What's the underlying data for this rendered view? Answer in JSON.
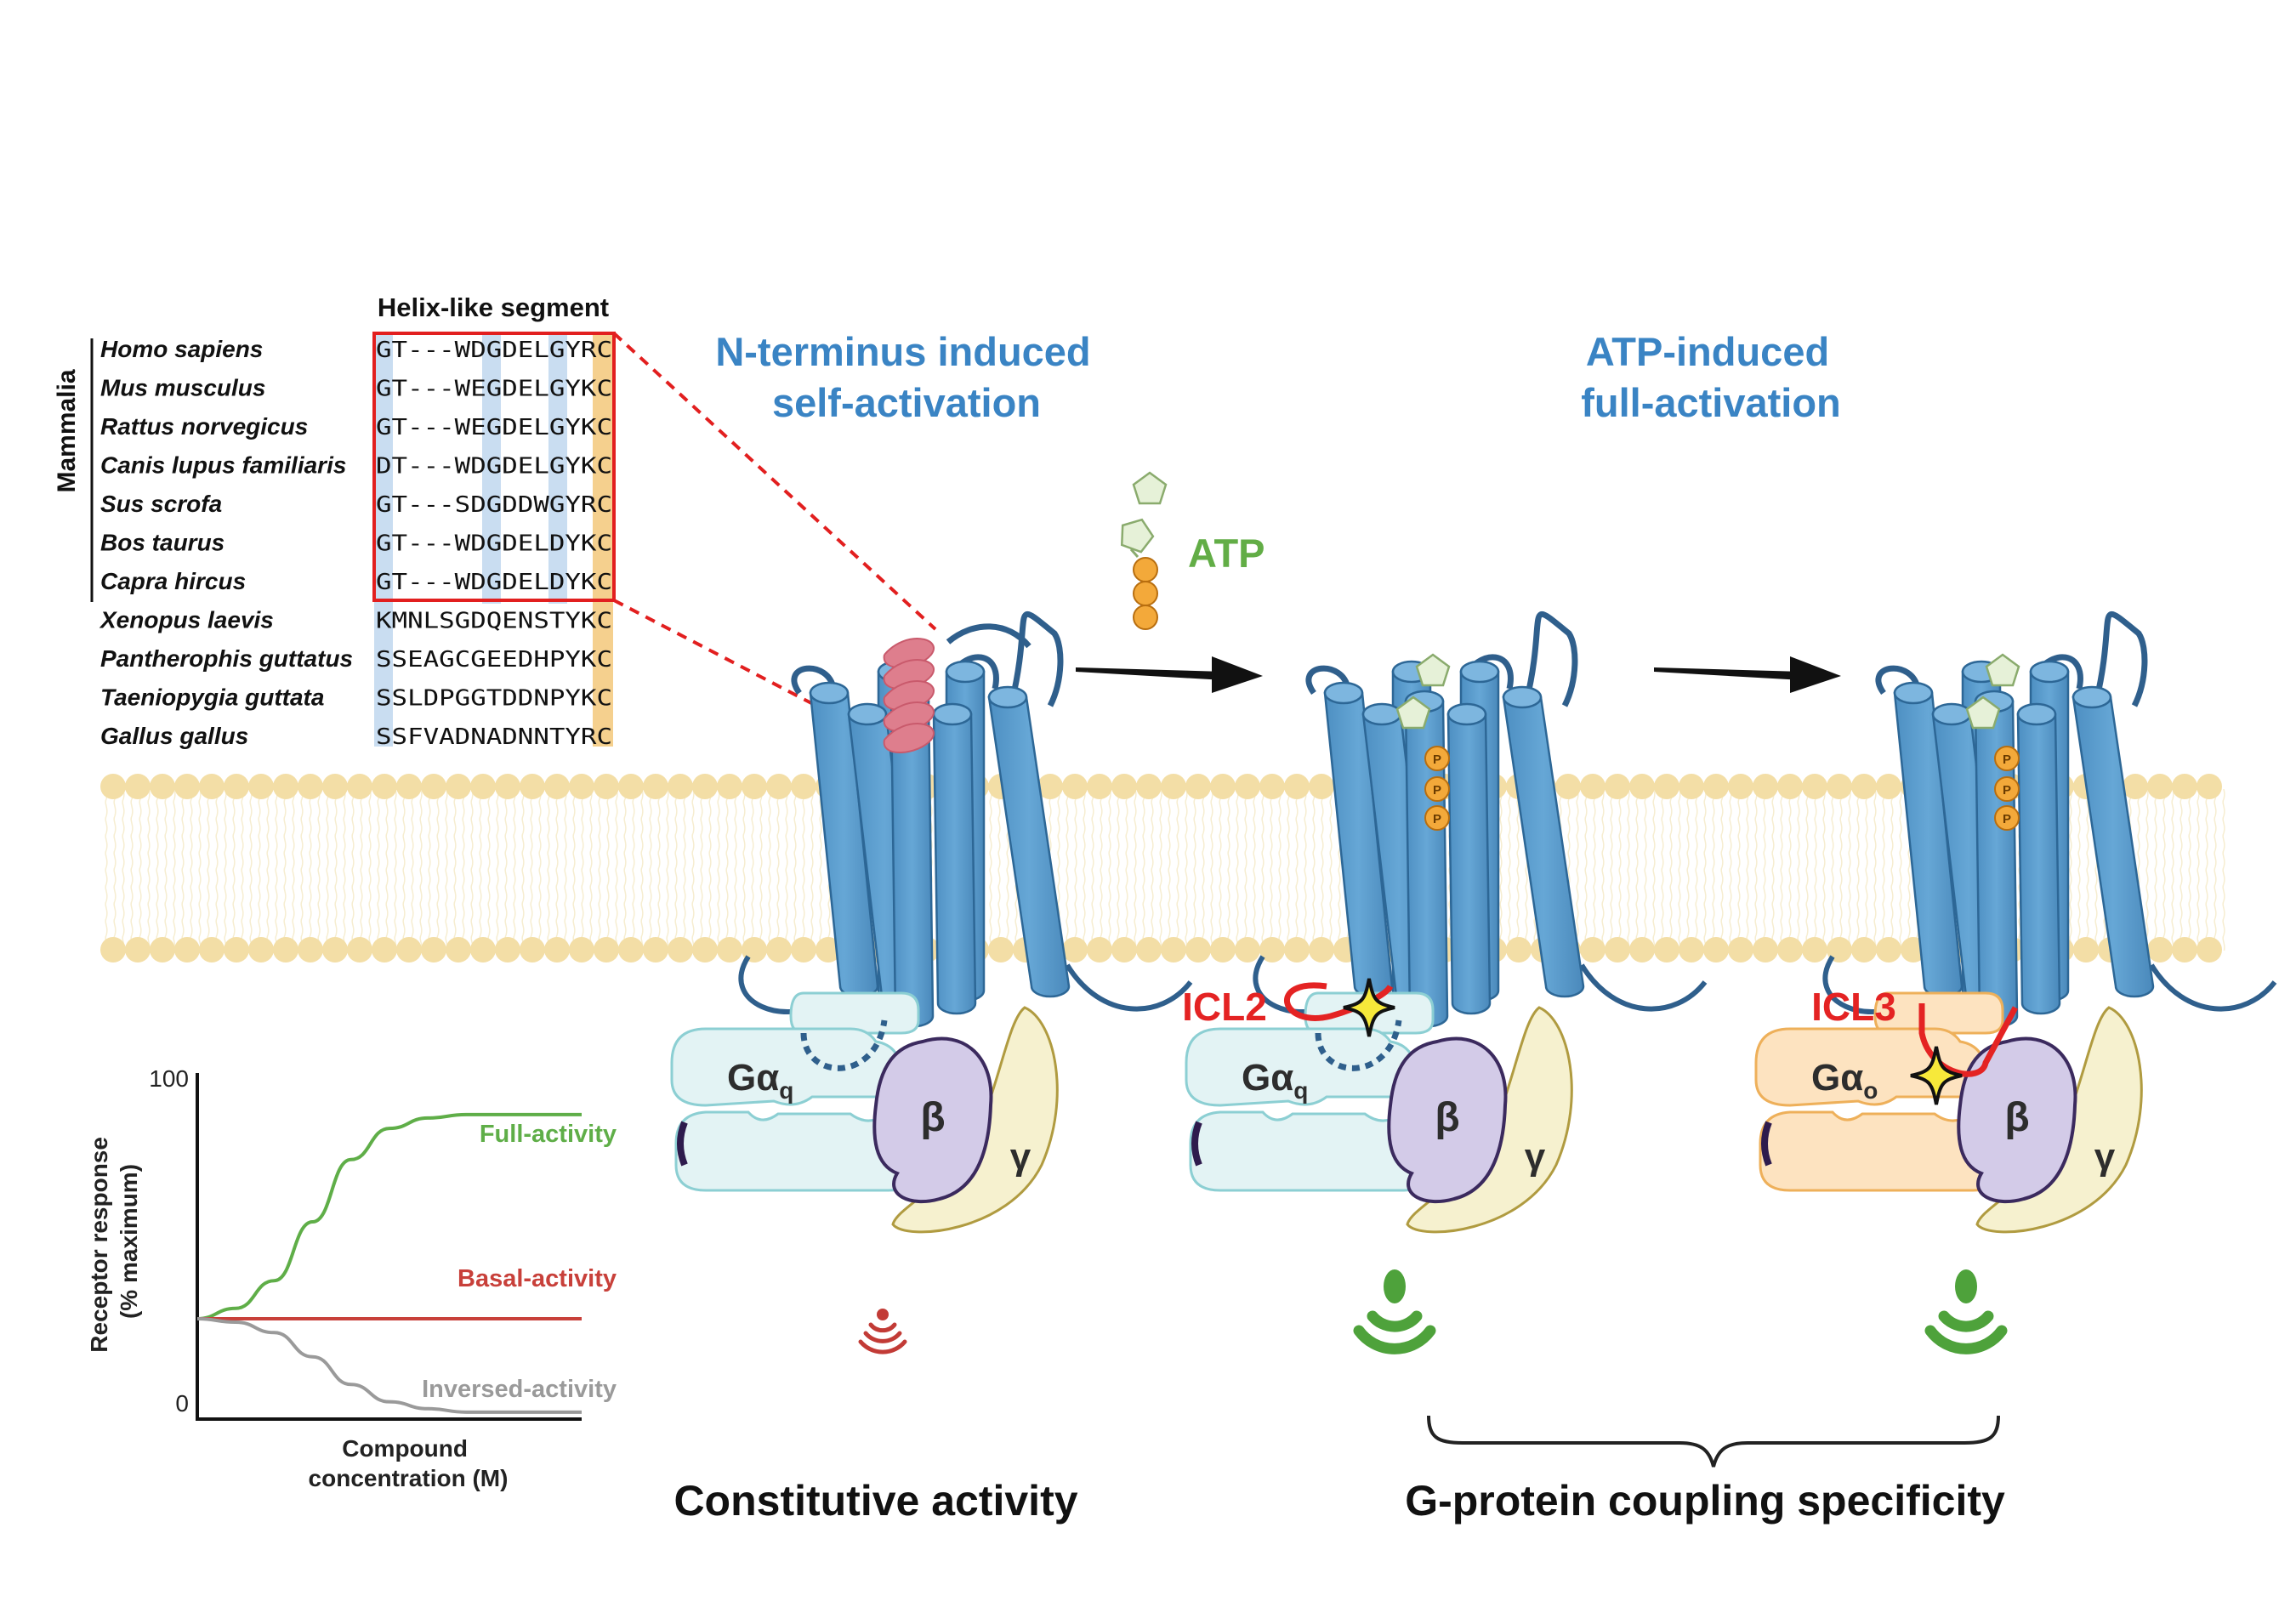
{
  "alignment": {
    "header": "Helix-like segment",
    "group_label": "Mammalia",
    "rows": [
      {
        "species": "Homo sapiens",
        "sequence": "GT---WDGDELGYRC"
      },
      {
        "species": "Mus musculus",
        "sequence": "GT---WEGDELGYKC"
      },
      {
        "species": "Rattus norvegicus",
        "sequence": "GT---WEGDELGYKC"
      },
      {
        "species": "Canis lupus familiaris",
        "sequence": "DT---WDGDELGYKC"
      },
      {
        "species": "Sus scrofa",
        "sequence": "GT---SDGDDWGYRC"
      },
      {
        "species": "Bos taurus",
        "sequence": "GT---WDGDELDYKC"
      },
      {
        "species": "Capra hircus",
        "sequence": "GT---WDGDELDYKC"
      },
      {
        "species": "Xenopus laevis",
        "sequence": "KMNLSGDQENSTYKC"
      },
      {
        "species": "Pantherophis guttatus",
        "sequence": "SSEAGCGEEDHPYKC"
      },
      {
        "species": "Taeniopygia guttata",
        "sequence": "SSLDPGGTDDNPYKC"
      },
      {
        "species": "Gallus gallus",
        "sequence": "SSFVADNADNNTYRC"
      }
    ]
  },
  "panels": {
    "self_activation_title_1": "N-terminus induced",
    "self_activation_title_2": "self-activation",
    "full_activation_title_1": "ATP-induced",
    "full_activation_title_2": "full-activation",
    "ligand_label": "ATP",
    "phosphate_label": "P",
    "loop_icl2": "ICL2",
    "loop_icl3": "ICL3",
    "galpha_q": "Gα",
    "galpha_q_sub": "q",
    "galpha_o": "Gα",
    "galpha_o_sub": "o",
    "beta": "β",
    "gamma": "γ",
    "bottom_left": "Constitutive activity",
    "bottom_right": "G-protein coupling specificity"
  },
  "colors": {
    "receptor": "#5b9fd0",
    "membrane": "#f3dea6",
    "title_blue": "#3a84c4",
    "atp_green": "#62ad46",
    "signal_red": "#c23b36",
    "signal_green": "#4ea23b",
    "loop_red": "#e42323",
    "galpha_q": "#e3f3f4",
    "galpha_o": "#fde3c0",
    "beta": "#d3cbe8",
    "gamma": "#f6f1cf"
  },
  "chart_data": {
    "type": "line",
    "ylabel": "Receptor response (% maximum)",
    "xlabel": "Compound concentration (M)",
    "yticks": [
      "100",
      "0"
    ],
    "ylim": [
      0,
      100
    ],
    "series": [
      {
        "name": "Full-activity",
        "color": "#5fae48",
        "x": [
          0,
          0.1,
          0.2,
          0.3,
          0.4,
          0.5,
          0.6,
          0.7,
          0.8,
          0.9,
          1.0
        ],
        "y": [
          29,
          32,
          40,
          57,
          75,
          84,
          87,
          88,
          88,
          88,
          88
        ]
      },
      {
        "name": "Basal-activity",
        "color": "#c8403a",
        "x": [
          0,
          1.0
        ],
        "y": [
          29,
          29
        ]
      },
      {
        "name": "Inversed-activity",
        "color": "#9a9a9a",
        "x": [
          0,
          0.1,
          0.2,
          0.3,
          0.4,
          0.5,
          0.6,
          0.7,
          0.8,
          0.9,
          1.0
        ],
        "y": [
          29,
          28,
          25,
          18,
          10,
          5,
          3,
          2,
          2,
          2,
          2
        ]
      }
    ]
  }
}
